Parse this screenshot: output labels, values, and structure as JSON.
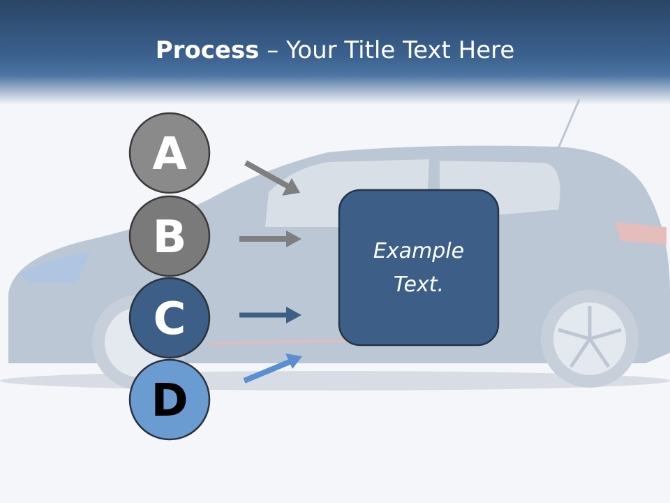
{
  "slide": {
    "title_bold": "Process",
    "title_rest": " – Your Title Text Here"
  },
  "steps": [
    {
      "label": "A",
      "fill": "#8a8a8a",
      "label_color": "#ffffff",
      "arrow_color": "#7f7f7f"
    },
    {
      "label": "B",
      "fill": "#7a7a7a",
      "label_color": "#ffffff",
      "arrow_color": "#7f7f7f"
    },
    {
      "label": "C",
      "fill": "#3d5f87",
      "label_color": "#ffffff",
      "arrow_color": "#3d5f87"
    },
    {
      "label": "D",
      "fill": "#6a9bd1",
      "label_color": "#000000",
      "arrow_color": "#5a8fd0"
    }
  ],
  "result_box": {
    "line1": "Example",
    "line2": "Text.",
    "fill": "#3d5f87"
  },
  "background": {
    "image": "car-side-view"
  }
}
